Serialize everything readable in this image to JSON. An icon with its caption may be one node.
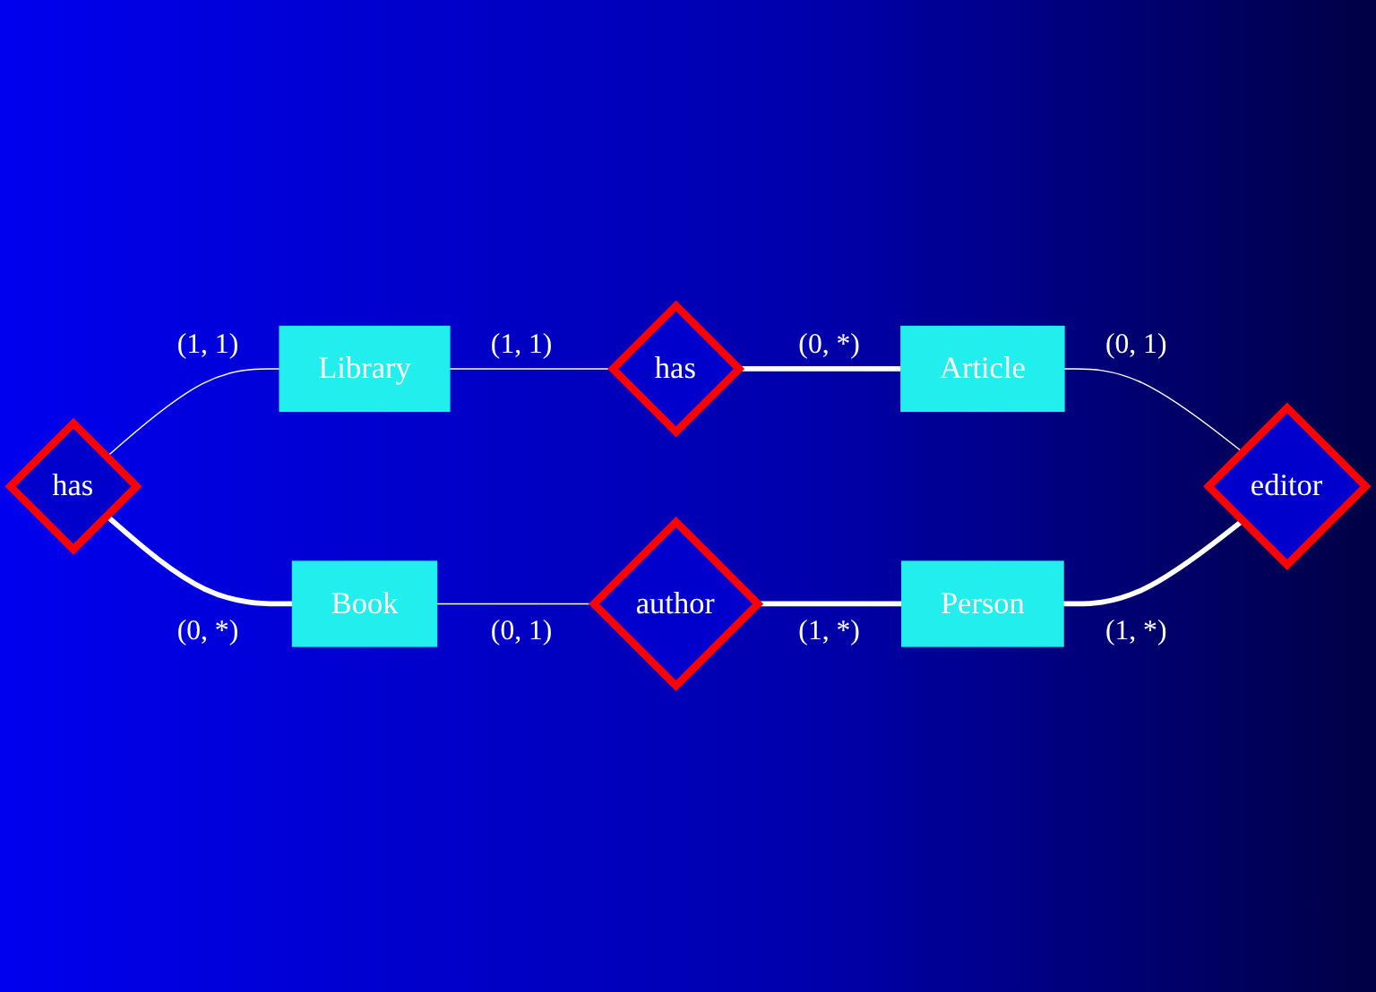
{
  "diagram": {
    "nodes": [
      {
        "text": [
          "has"
        ]
      },
      {
        "text": [
          "Library"
        ]
      },
      {
        "text": [
          "has"
        ]
      },
      {
        "text": [
          "Book"
        ]
      },
      {
        "text": [
          "Article"
        ]
      },
      {
        "text": [
          "author"
        ]
      },
      {
        "text": [
          "Person"
        ]
      },
      {
        "text": [
          "editor"
        ]
      }
    ],
    "edges": [
      {
        "from": 0,
        "to": 1,
        "arrow": "none",
        "label": "(1, 1)"
      },
      {
        "from": 1,
        "to": 2,
        "arrow": "none",
        "label": "(1, 1)"
      },
      {
        "from": 0,
        "to": 3,
        "arrow": "none",
        "label": "(0, *)",
        "style": "thick"
      },
      {
        "from": 2,
        "to": 4,
        "arrow": "none",
        "label": "(0, *)",
        "style": "thick"
      },
      {
        "from": 3,
        "to": 5,
        "arrow": "none",
        "label": "(0, 1)"
      },
      {
        "from": 4,
        "to": 7,
        "arrow": "none",
        "label": "(0, 1)"
      },
      {
        "from": 5,
        "to": 6,
        "arrow": "none",
        "label": "(1, *)",
        "style": "thick"
      },
      {
        "from": 6,
        "to": 7,
        "arrow": "none",
        "label": "(1, *)",
        "style": "thick"
      }
    ]
  }
}
